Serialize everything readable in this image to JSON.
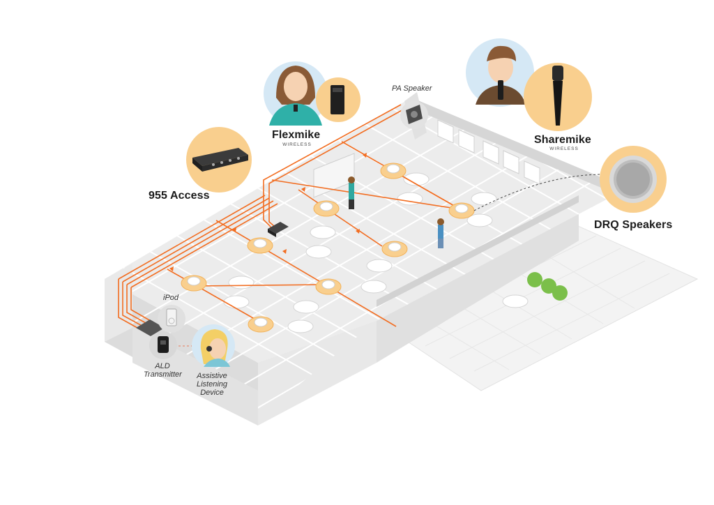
{
  "labels": {
    "pa_speaker": "PA Speaker",
    "flexmike": "Flexmike",
    "flexmike_sub": "WIRELESS",
    "sharemike": "Sharemike",
    "sharemike_sub": "WIRELESS",
    "access": "955 Access",
    "drq": "DRQ Speakers",
    "ipod": "iPod",
    "ald_line1": "ALD",
    "ald_line2": "Transmitter",
    "ald_device_line1": "Assistive",
    "ald_device_line2": "Listening",
    "ald_device_line3": "Device"
  },
  "colors": {
    "cable": "#f26d21",
    "bubble": "#f9cf8e",
    "bubble_blue": "#d5e8f5",
    "floor": "#ececec",
    "wall": "#e4e4e4",
    "grid": "#ffffff"
  },
  "icons": {
    "device_icon": "amplifier-icon",
    "mic_icon": "handheld-mic-icon",
    "bodypack_icon": "bodypack-transmitter-icon",
    "speaker_icon": "ceiling-speaker-icon"
  }
}
